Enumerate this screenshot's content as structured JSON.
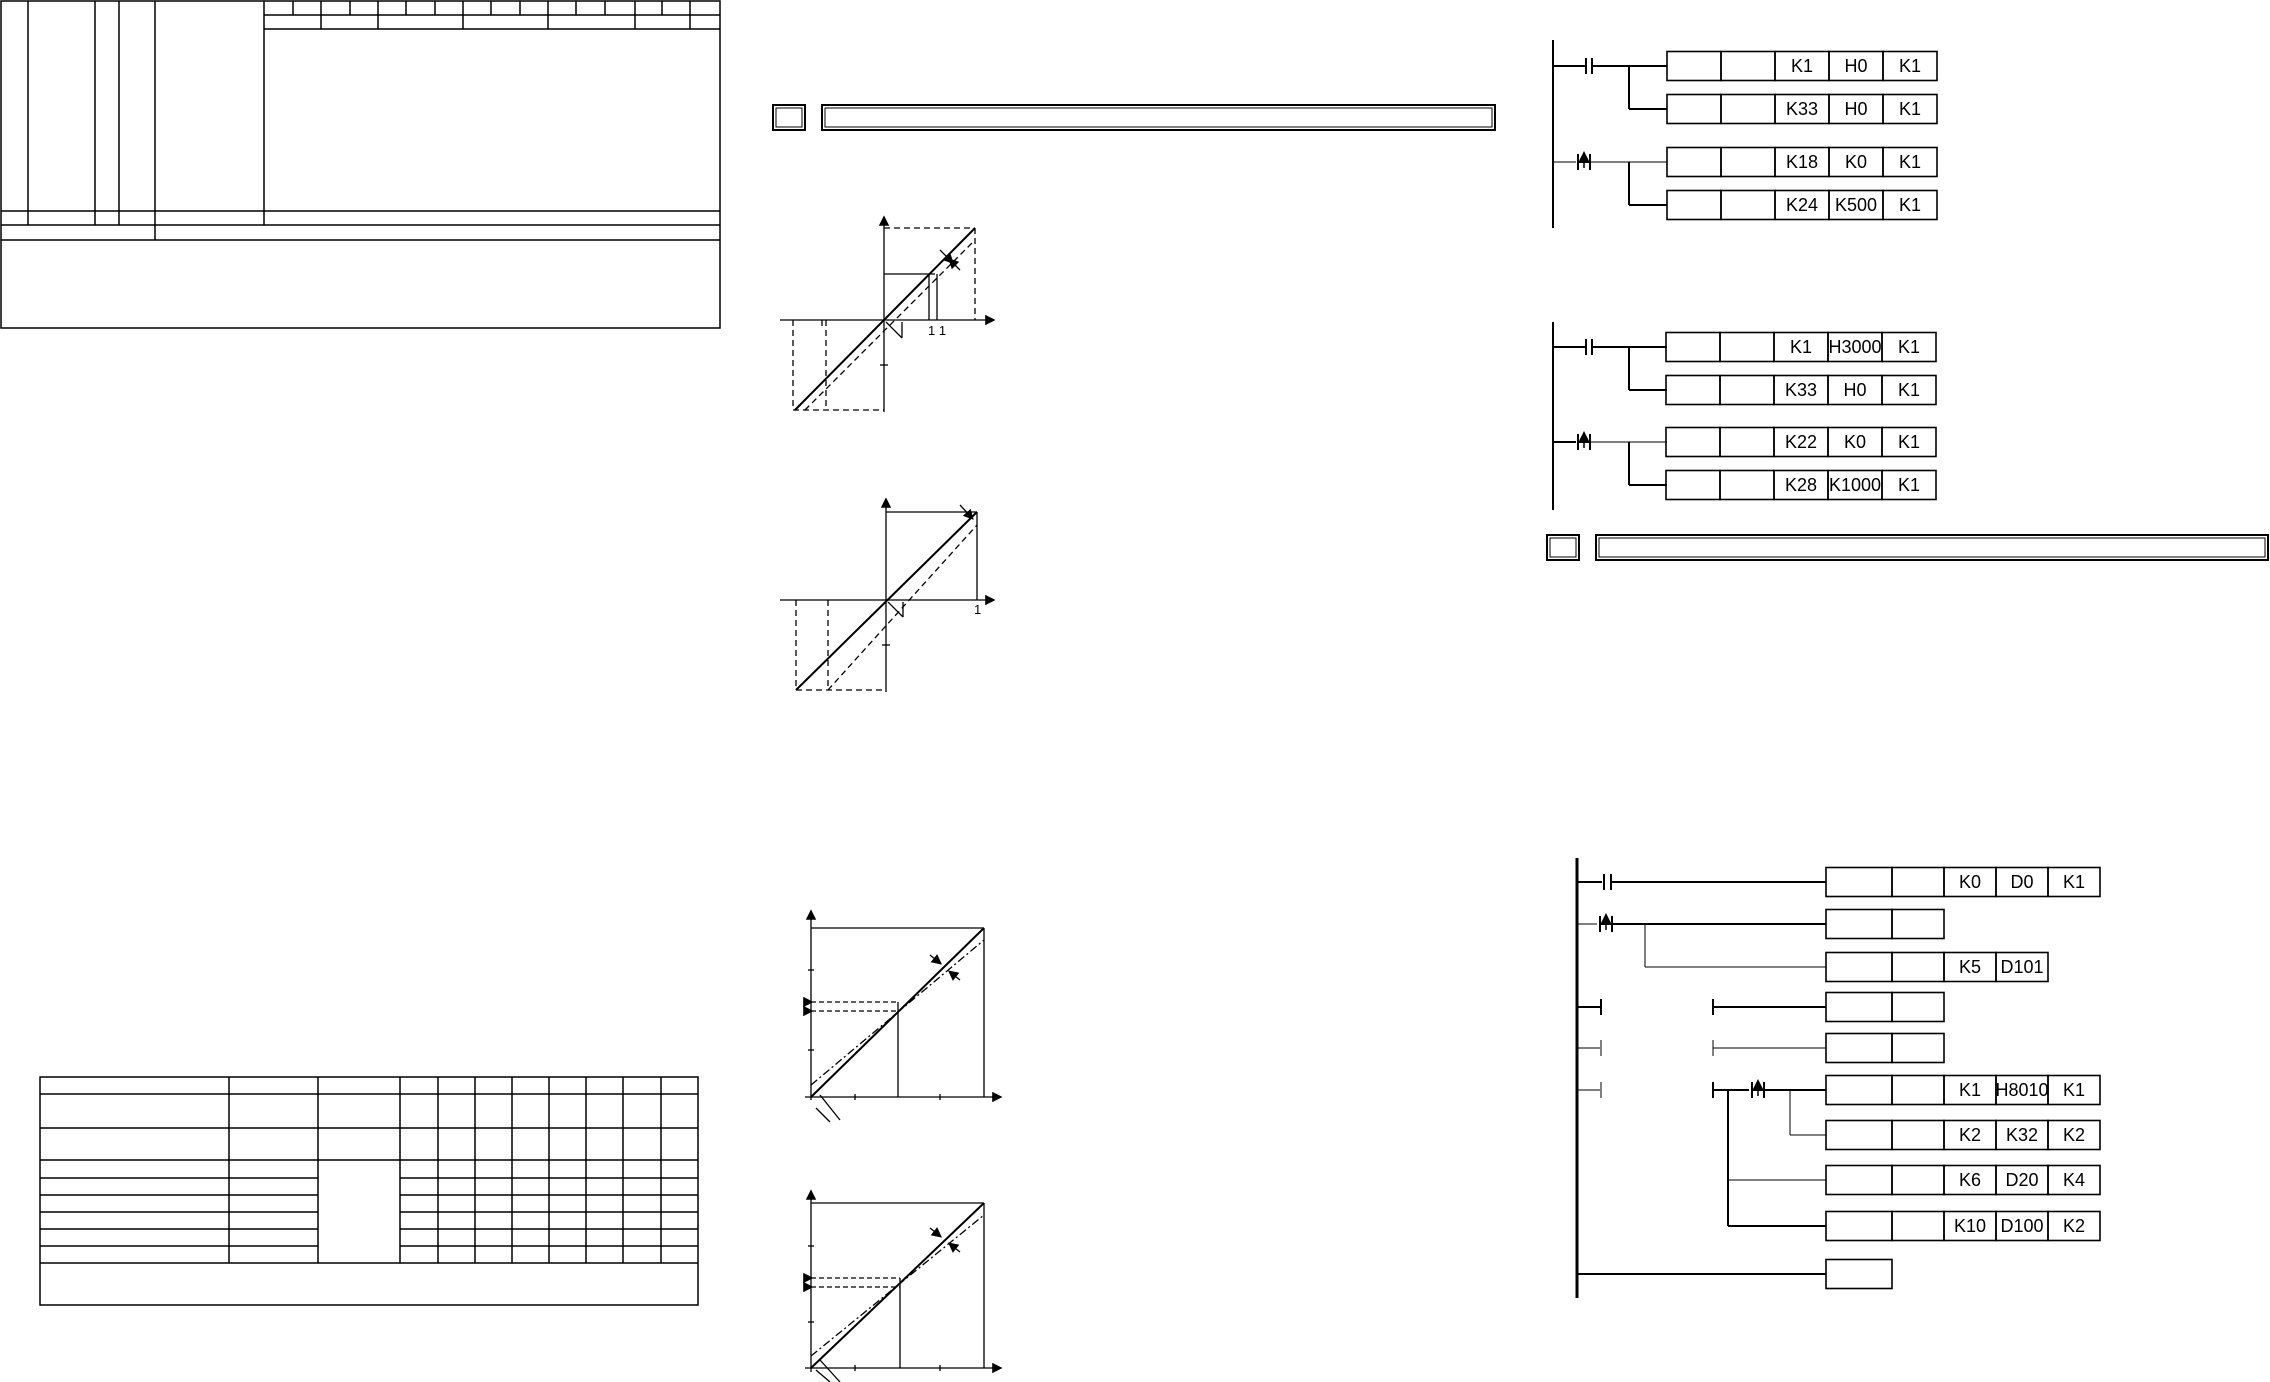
{
  "document": {
    "colors": {
      "line": "#000000",
      "background": "#ffffff"
    }
  },
  "ladder_diagrams": [
    {
      "rungs": [
        {
          "contact": "normally-open",
          "instructions": [
            [
              "",
              "",
              "K1",
              "H0",
              "K1"
            ],
            [
              "",
              "",
              "K33",
              "H0",
              "K1"
            ]
          ]
        },
        {
          "contact": "rising-edge",
          "instructions": [
            [
              "",
              "",
              "K18",
              "K0",
              "K1"
            ],
            [
              "",
              "",
              "K24",
              "K500",
              "K1"
            ]
          ]
        }
      ]
    },
    {
      "rungs": [
        {
          "contact": "normally-open",
          "instructions": [
            [
              "",
              "",
              "K1",
              "H3000",
              "K1"
            ],
            [
              "",
              "",
              "K33",
              "H0",
              "K1"
            ]
          ]
        },
        {
          "contact": "rising-edge",
          "instructions": [
            [
              "",
              "",
              "K22",
              "K0",
              "K1"
            ],
            [
              "",
              "",
              "K28",
              "K1000",
              "K1"
            ]
          ]
        }
      ]
    },
    {
      "rows": [
        [
          "",
          "",
          "K0",
          "D0",
          "K1"
        ],
        [
          "",
          ""
        ],
        [
          "",
          "",
          "K5",
          "D101"
        ],
        [
          "",
          ""
        ],
        [
          "",
          ""
        ],
        [
          "",
          "",
          "K1",
          "H8010",
          "K1"
        ],
        [
          "",
          "",
          "K2",
          "K32",
          "K2"
        ],
        [
          "",
          "",
          "K6",
          "D20",
          "K4"
        ],
        [
          "",
          "",
          "K10",
          "D100",
          "K2"
        ],
        [
          ""
        ]
      ]
    }
  ],
  "graphs": {
    "small_tick_label": "1 1",
    "right_tick_label": "1"
  }
}
